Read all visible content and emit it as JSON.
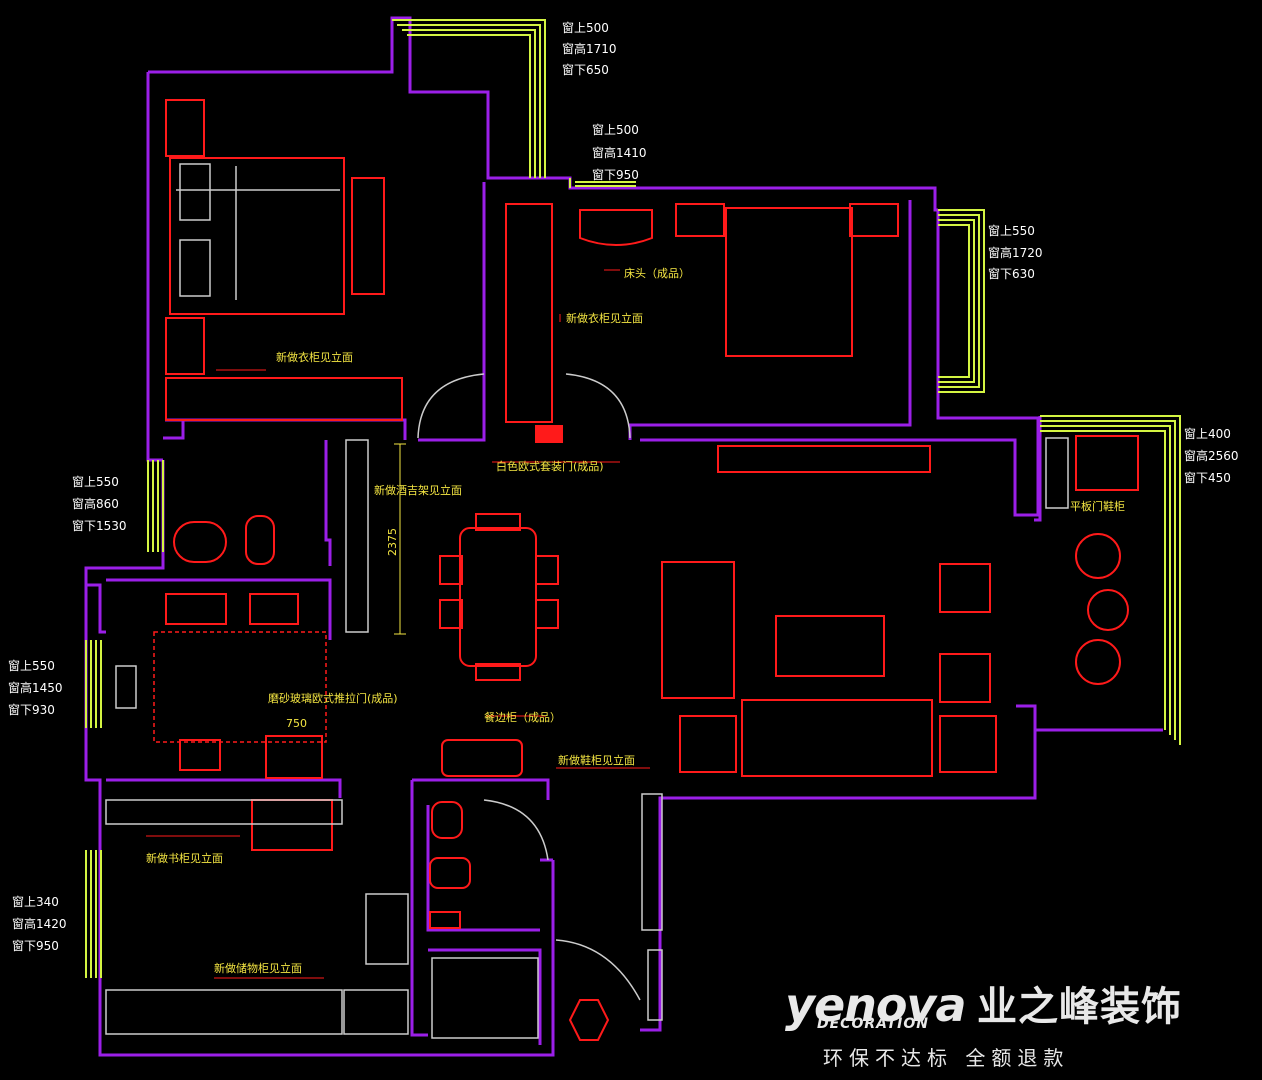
{
  "window_notes": [
    {
      "lines": [
        "窗上500",
        "窗高1710",
        "窗下650"
      ]
    },
    {
      "lines": [
        "窗上500",
        "窗高1410",
        "窗下950"
      ]
    },
    {
      "lines": [
        "窗上550",
        "窗高1720",
        "窗下630"
      ]
    },
    {
      "lines": [
        "窗上400",
        "窗高2560",
        "窗下450"
      ]
    },
    {
      "lines": [
        "窗上550",
        "窗高860",
        "窗下1530"
      ]
    },
    {
      "lines": [
        "窗上550",
        "窗高1450",
        "窗下930"
      ]
    },
    {
      "lines": [
        "窗上340",
        "窗高1420",
        "窗下950"
      ]
    }
  ],
  "room_labels": {
    "wardrobe_master": "新做衣柜见立面",
    "nightstand": "床头（成品）",
    "wardrobe_second": "新做衣柜见立面",
    "bedroom_door": "白色欧式套装门(成品)",
    "wine_cabinet": "新做酒吉架见立面",
    "sliding_door_note": "平板门鞋柜",
    "kitchen_door": "磨砂玻璃欧式推拉门(成品)",
    "sideboard": "餐边柜（成品）",
    "shoe_cabinet": "新做鞋柜见立面",
    "bookcase": "新做书柜见立面",
    "storage_cabinet": "新做储物柜见立面"
  },
  "dimension_label": "2375",
  "small_dimension": "750",
  "brand": {
    "name_en": "yenova",
    "sub_en": "DECORATION",
    "name_cn": "业之峰装饰",
    "slogan": "环保不达标  全额退款"
  },
  "colors": {
    "wall": "#9b1fe8",
    "furniture": "#ff1a1a",
    "window": "#d4f542",
    "text": "#ffffff",
    "label": "#f5e642",
    "fixture": "#cccccc"
  }
}
